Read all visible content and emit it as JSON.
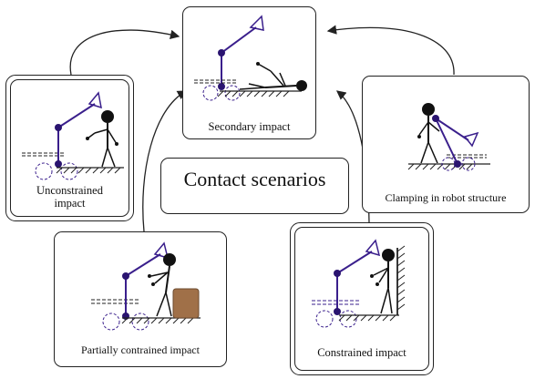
{
  "title": "Contact scenarios",
  "scenarios": {
    "secondary": "Secondary impact",
    "unconstrained": [
      "Unconstrained",
      "impact"
    ],
    "clamping": "Clamping in robot structure",
    "partial": "Partially contrained impact",
    "constrained": "Constrained impact"
  },
  "colors": {
    "robot": "#3a1f8c",
    "joint": "#2a1470",
    "box": "#a07048",
    "line": "#222222"
  }
}
